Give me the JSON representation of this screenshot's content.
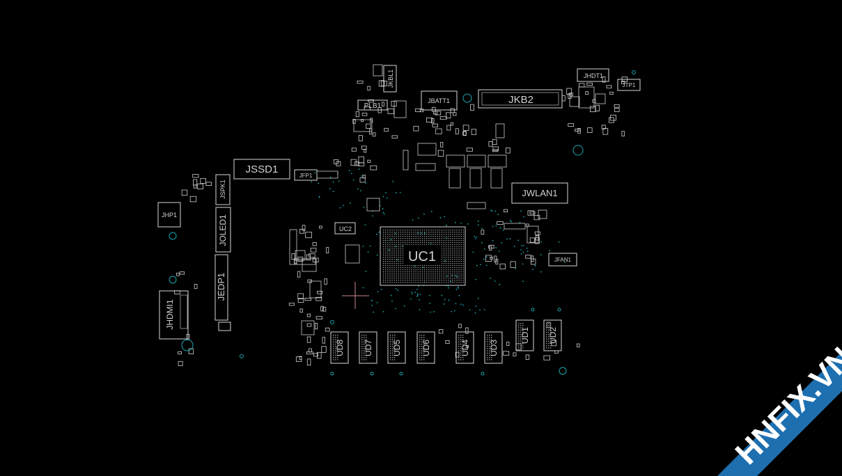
{
  "components": [
    {
      "id": "JSSD1",
      "label": "JSSD1",
      "vertical": false
    },
    {
      "id": "JHP1",
      "label": "JHP1",
      "vertical": false
    },
    {
      "id": "JHDMI1",
      "label": "JHDMI1",
      "vertical": true
    },
    {
      "id": "JOLED1",
      "label": "JOLED1",
      "vertical": true
    },
    {
      "id": "JEDP1",
      "label": "JEDP1",
      "vertical": true
    },
    {
      "id": "JSPK1",
      "label": "JSPK1",
      "vertical": true
    },
    {
      "id": "JFP1",
      "label": "JFP1",
      "vertical": false
    },
    {
      "id": "PLB1",
      "label": "PLB1",
      "vertical": false
    },
    {
      "id": "JKBL1",
      "label": "JKBL1",
      "vertical": true
    },
    {
      "id": "JBATT1",
      "label": "JBATT1",
      "vertical": false
    },
    {
      "id": "JKB2",
      "label": "JKB2",
      "vertical": false
    },
    {
      "id": "JHDT1",
      "label": "JHDT1",
      "vertical": false
    },
    {
      "id": "JTP1",
      "label": "JTP1",
      "vertical": false
    },
    {
      "id": "JWLAN1",
      "label": "JWLAN1",
      "vertical": false
    },
    {
      "id": "JFAN1",
      "label": "JFAN1",
      "vertical": false
    },
    {
      "id": "UC1",
      "label": "UC1",
      "vertical": false
    },
    {
      "id": "UC2",
      "label": "UC2",
      "vertical": false
    },
    {
      "id": "UD1",
      "label": "UD1",
      "vertical": true
    },
    {
      "id": "UD2",
      "label": "UD2",
      "vertical": true
    },
    {
      "id": "UD3",
      "label": "UD3",
      "vertical": true
    },
    {
      "id": "UD4",
      "label": "UD4",
      "vertical": true
    },
    {
      "id": "UD5",
      "label": "UD5",
      "vertical": true
    },
    {
      "id": "UD6",
      "label": "UD6",
      "vertical": true
    },
    {
      "id": "UD7",
      "label": "UD7",
      "vertical": true
    },
    {
      "id": "UD8",
      "label": "UD8",
      "vertical": true
    }
  ],
  "watermark": {
    "text": "HNFIX.VN",
    "color": "#1d6fb0",
    "accent": "#e02020"
  },
  "colors": {
    "background": "#000000",
    "outline": "#d8d8d8",
    "via": "#1aa6b0",
    "crosshair": "#c98a8a"
  }
}
